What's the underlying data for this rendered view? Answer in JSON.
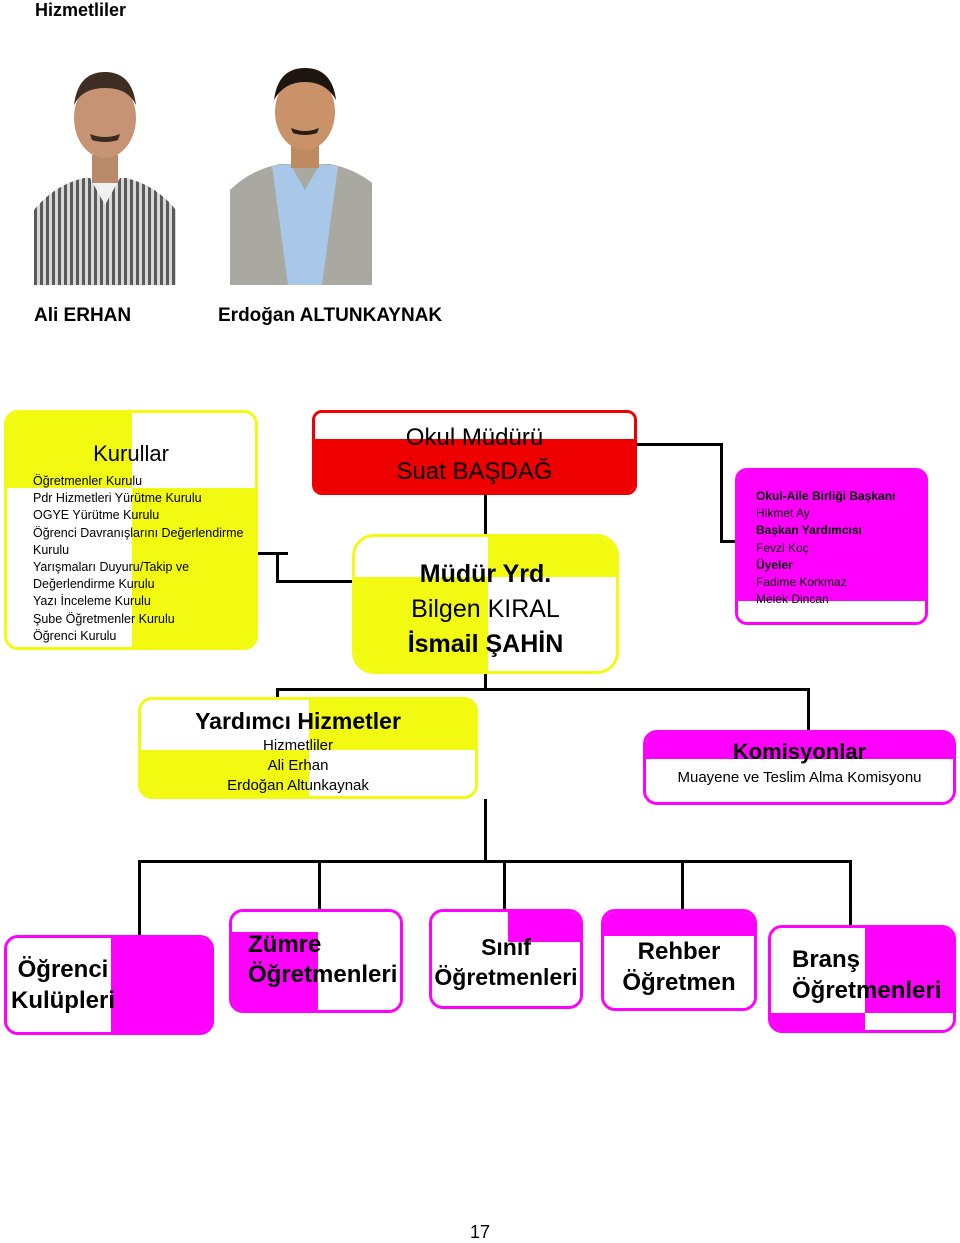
{
  "header": {
    "title": "Hizmetliler"
  },
  "staff": [
    {
      "name": "Ali ERHAN"
    },
    {
      "name": "Erdoğan  ALTUNKAYNAK"
    }
  ],
  "kurullar": {
    "title": "Kurullar",
    "items": [
      "Öğretmenler Kurulu",
      "Pdr Hizmetleri Yürütme Kurulu",
      "OGYE Yürütme Kurulu",
      "Öğrenci Davranışlarını Değerlendirme",
      "Kurulu",
      "Yarışmaları Duyuru/Takip ve",
      "Değerlendirme Kurulu",
      "Yazı İnceleme Kurulu",
      "Şube Öğretmenler Kurulu",
      "Öğrenci Kurulu"
    ]
  },
  "mudur": {
    "role": "Okul Müdürü",
    "name": "Suat BAŞDAĞ"
  },
  "mudur_yrd": {
    "role": "Müdür Yrd.",
    "names": [
      "Bilgen KIRAL",
      "İsmail ŞAHİN"
    ]
  },
  "veli": {
    "president_label": "Okul-Aile Birliği Başkanı",
    "president": "Hikmet Ay",
    "vice_label": "Başkan Yardımcısı",
    "vice": "Fevzi Koç",
    "members_label": "Üyeler",
    "members": [
      "Fadime Korkmaz",
      "Melek Dincan"
    ]
  },
  "yardimci": {
    "title": "Yardımcı Hizmetler",
    "subtitle": "Hizmetliler",
    "names": [
      "Ali Erhan",
      "Erdoğan Altunkaynak"
    ]
  },
  "komisyon": {
    "title": "Komisyonlar",
    "item": "Muayene ve Teslim Alma Komisyonu"
  },
  "bottom": {
    "ogrenci": [
      "Öğrenci",
      "Kulüpleri"
    ],
    "zumre": [
      "Zümre",
      "Öğretmenleri"
    ],
    "sinif": [
      "Sınıf",
      "Öğretmenleri"
    ],
    "rehber": [
      "Rehber",
      "Öğretmen"
    ],
    "brans": [
      "Branş",
      "Öğretmenleri"
    ]
  },
  "page_number": "17",
  "colors": {
    "yellow": "#f2fa12",
    "magenta": "#ff00ff",
    "red": "#ee0000"
  }
}
